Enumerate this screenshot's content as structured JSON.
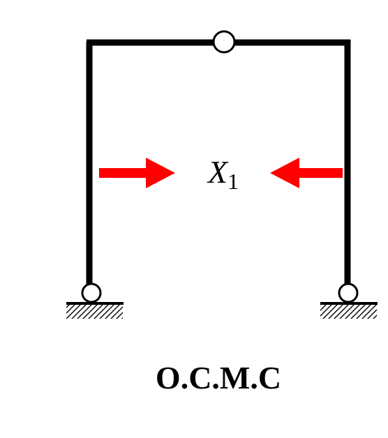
{
  "diagram": {
    "unknown_label": {
      "symbol": "X",
      "subscript": "1"
    },
    "caption": "O.C.M.C",
    "colors": {
      "frame": "#000000",
      "arrow": "#ff0000",
      "hinge_fill": "#ffffff",
      "background": "#ffffff"
    }
  }
}
